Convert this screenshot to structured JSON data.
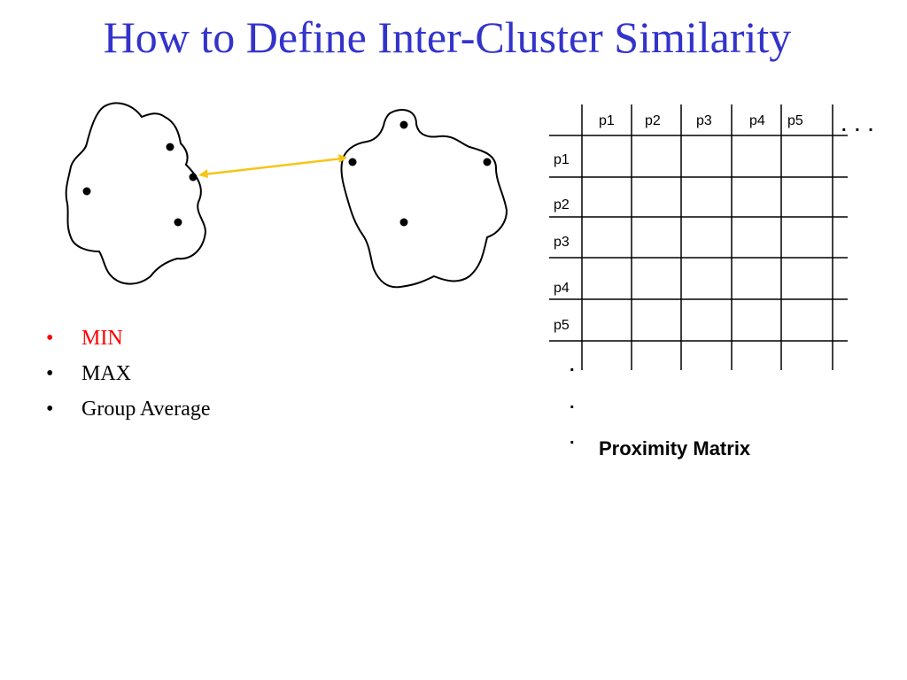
{
  "title": "How to Define Inter-Cluster Similarity",
  "bullets": [
    {
      "bullet": "•",
      "text": "MIN",
      "color": "#ff0000"
    },
    {
      "bullet": "•",
      "text": "MAX",
      "color": "#000000"
    },
    {
      "bullet": "•",
      "text": "Group Average",
      "color": "#000000"
    }
  ],
  "matrix": {
    "columns": [
      "p1",
      "p2",
      "p3",
      "p4",
      "p5"
    ],
    "rows": [
      "p1",
      "p2",
      "p3",
      "p4",
      "p5"
    ],
    "col_ellipsis": ". . .",
    "row_ellipsis": [
      ".",
      ".",
      "."
    ],
    "caption": "Proximity Matrix"
  },
  "colors": {
    "title": "#3333cc",
    "link_line": "#f5c518",
    "min_highlight": "#ff0000"
  }
}
